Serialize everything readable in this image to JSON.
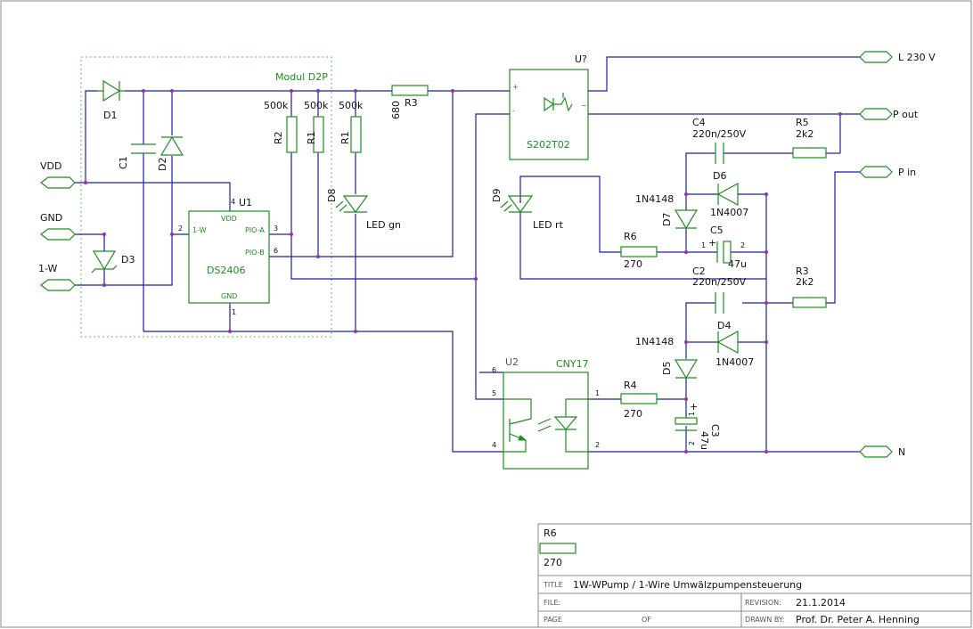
{
  "ports": {
    "vdd": "VDD",
    "gnd": "GND",
    "onewire": "1-W",
    "l230": "L 230 V",
    "pout": "P out",
    "pin": "P in",
    "n": "N"
  },
  "module": {
    "label": "Modul D2P"
  },
  "components": {
    "d1": "D1",
    "d2": "D2",
    "d3": "D3",
    "c1": "C1",
    "r2": "R2",
    "r2v": "500k",
    "r1a": "R1",
    "r1av": "500k",
    "r1b": "R1",
    "r1bv": "500k",
    "r3top": "R3",
    "r3topv": "680",
    "d8": "D8",
    "d8v": "LED gn",
    "u1ref": "U1",
    "u1name": "DS2406",
    "u1pins": {
      "vdd": "VDD",
      "onew": "1-W",
      "pioa": "PIO-A",
      "piob": "PIO-B",
      "gnd": "GND"
    },
    "u1nums": {
      "n4": "4",
      "n2": "2",
      "n3": "3",
      "n6": "6",
      "n1": "1"
    },
    "uq": "U?",
    "uqname": "S202T02",
    "plus": "+",
    "minus": "-",
    "tilde": "~",
    "d9": "D9",
    "d9v": "LED rt",
    "r6": "R6",
    "r6v": "270",
    "c4": "C4",
    "c4v": "220n/250V",
    "r5": "R5",
    "r5v": "2k2",
    "d6": "D6",
    "d6v": "1N4007",
    "d7": "D7",
    "d7v": "1N4148",
    "c5": "C5",
    "c5v": "47u",
    "c5p1": "1",
    "c5plus": "+",
    "c5p2": "2",
    "c2": "C2",
    "c2v": "220n/250V",
    "r3": "R3",
    "r3v": "2k2",
    "d4": "D4",
    "d4v": "1N4007",
    "d5": "D5",
    "d5v": "1N4148",
    "u2": "U2",
    "u2name": "CNY17",
    "u2nums": {
      "n6": "6",
      "n5": "5",
      "n4": "4",
      "n1": "1",
      "n2": "2"
    },
    "r4": "R4",
    "r4v": "270",
    "c3": "C3",
    "c3v": "47u",
    "c3p1": "1",
    "c3plus": "+",
    "c3p2": "2"
  },
  "titleblock": {
    "r6": "R6",
    "r6v": "270",
    "title_k": "TITLE",
    "title_v": "1W-WPump / 1-Wire Umwälzpumpensteuerung",
    "file_k": "FILE:",
    "page_k": "PAGE",
    "of_k": "OF",
    "rev_k": "REVISION:",
    "rev_v": "21.1.2014",
    "drawn_k": "DRAWN BY:",
    "drawn_v": "Prof. Dr. Peter A. Henning"
  }
}
